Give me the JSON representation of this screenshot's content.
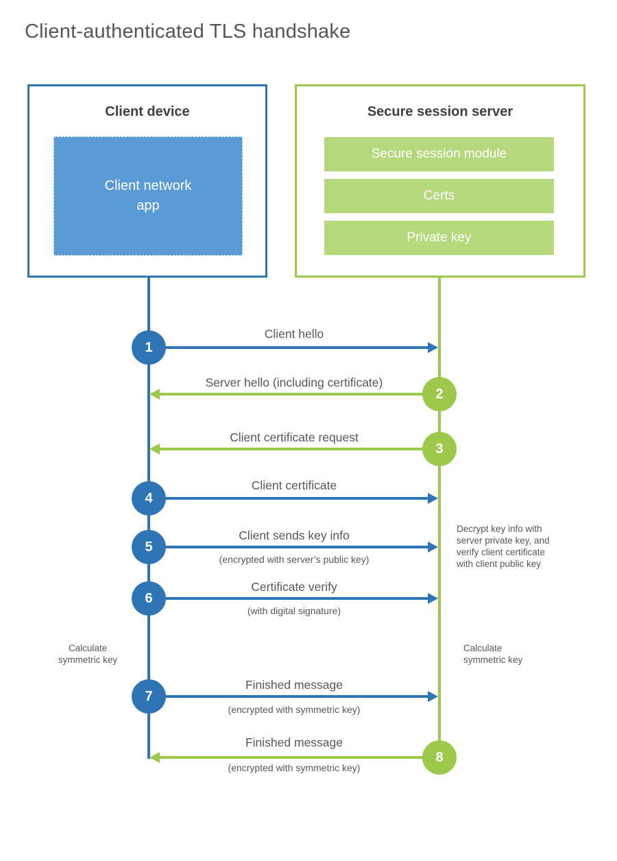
{
  "title": "Client-authenticated TLS handshake",
  "colors": {
    "client_stroke": "#2e75b6",
    "client_fill": "#5b9bd5",
    "server_stroke": "#9cc94a",
    "server_fill": "#b6d87d",
    "text": "#54565a"
  },
  "client": {
    "title": "Client device",
    "app_label": "Client network\napp"
  },
  "server": {
    "title": "Secure session server",
    "modules": [
      "Secure session module",
      "Certs",
      "Private key"
    ]
  },
  "steps": [
    {
      "num": "1",
      "from": "client",
      "to": "server",
      "label": "Client hello",
      "sub": ""
    },
    {
      "num": "2",
      "from": "server",
      "to": "client",
      "label": "Server hello (including certificate)",
      "sub": ""
    },
    {
      "num": "3",
      "from": "server",
      "to": "client",
      "label": "Client certificate request",
      "sub": ""
    },
    {
      "num": "4",
      "from": "client",
      "to": "server",
      "label": "Client certificate",
      "sub": ""
    },
    {
      "num": "5",
      "from": "client",
      "to": "server",
      "label": "Client sends key info",
      "sub": "(encrypted with server’s public key)"
    },
    {
      "num": "6",
      "from": "client",
      "to": "server",
      "label": "Certificate verify",
      "sub": "(with digital signature)"
    },
    {
      "num": "7",
      "from": "client",
      "to": "server",
      "label": "Finished message",
      "sub": "(encrypted with symmetric key)"
    },
    {
      "num": "8",
      "from": "server",
      "to": "client",
      "label": "Finished message",
      "sub": "(encrypted with symmetric key)"
    }
  ],
  "notes": {
    "decrypt": "Decrypt key info with\nserver private key, and\nverify client certificate\nwith client public key",
    "calculate_left": "Calculate\nsymmetric key",
    "calculate_right": "Calculate\nsymmetric key"
  }
}
